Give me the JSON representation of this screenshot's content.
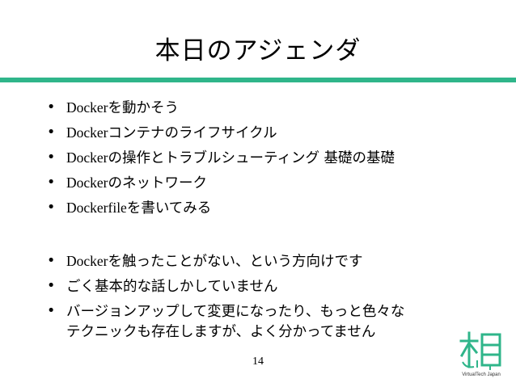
{
  "slide": {
    "title": "本日のアジェンダ",
    "page_number": "14"
  },
  "colors": {
    "accent": "#2fb58a",
    "text": "#000000",
    "background": "#ffffff"
  },
  "bullets": [
    {
      "marker": "•",
      "latin": "Docker",
      "rest": "を動かそう"
    },
    {
      "marker": "•",
      "latin": "Docker",
      "rest": "コンテナのライフサイクル"
    },
    {
      "marker": "•",
      "latin": "Docker",
      "rest": "の操作とトラブルシューティング 基礎の基礎"
    },
    {
      "marker": "•",
      "latin": "Docker",
      "rest": "のネットワーク"
    },
    {
      "marker": "•",
      "latin": "Dockerfile",
      "rest": "を書いてみる"
    },
    {
      "marker": "•",
      "latin": "Docker",
      "rest": "を触ったことがない、という方向けです"
    },
    {
      "marker": "•",
      "latin": "",
      "rest": "ごく基本的な話しかしていません"
    },
    {
      "marker": "•",
      "latin": "",
      "rest": "バージョンアップして変更になったり、もっと色々な"
    },
    {
      "marker": "",
      "latin": "",
      "rest": "テクニックも存在しますが、よく分かってません"
    }
  ],
  "logo": {
    "icon": "ai-kanji-logo-icon",
    "caption": "VirtualTech Japan"
  }
}
